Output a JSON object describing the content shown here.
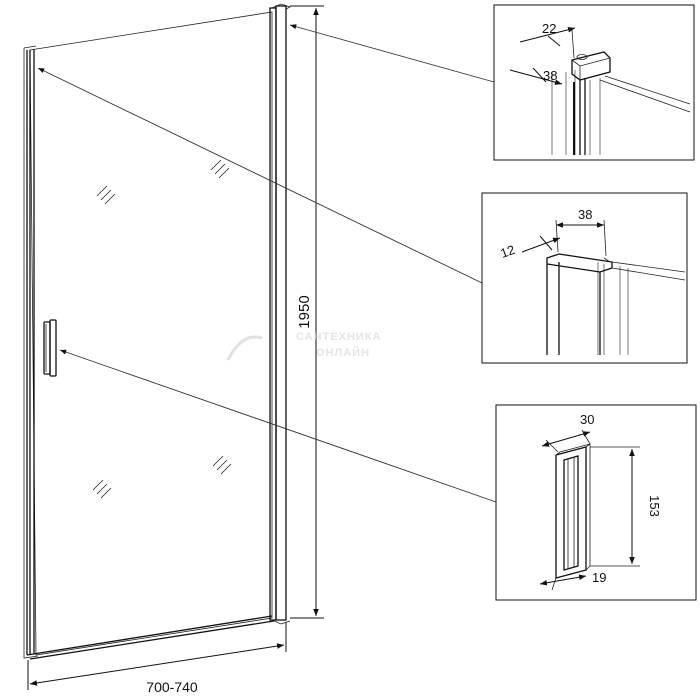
{
  "dimensions": {
    "width_range": "700-740",
    "height": "1950",
    "top_profile_width": "22",
    "top_profile_depth": "38",
    "side_profile_width": "12",
    "side_profile_depth": "38",
    "handle_depth": "30",
    "handle_length": "153",
    "handle_width": "19"
  }
}
